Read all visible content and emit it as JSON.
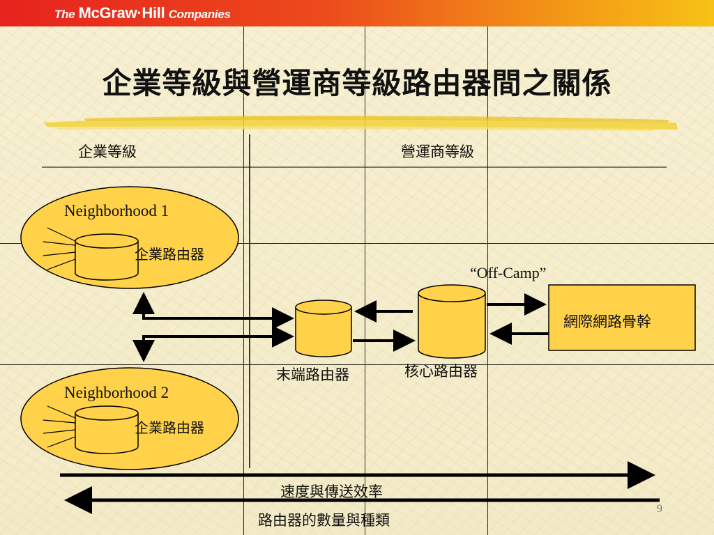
{
  "header": {
    "brand_the": "The",
    "brand_mcgraw": "McGraw·Hill",
    "brand_companies": "Companies"
  },
  "slide": {
    "title": "企業等級與營運商等級路由器間之關係",
    "page_number": "9"
  },
  "columns": {
    "enterprise": "企業等級",
    "carrier": "營運商等級"
  },
  "neighborhoods": [
    {
      "name": "Neighborhood 1",
      "router_label": "企業路由器"
    },
    {
      "name": "Neighborhood 2",
      "router_label": "企業路由器"
    }
  ],
  "routers": {
    "edge": "末端路由器",
    "core": "核心路由器"
  },
  "off_camp": "“Off-Camp”",
  "backbone": "網際網路骨幹",
  "arrows": {
    "right_label": "速度與傳送效率",
    "left_label": "路由器的數量與種類"
  },
  "colors": {
    "fill_yellow": "#ffd24a",
    "header_red": "#e6231d",
    "header_orange": "#f7c216"
  }
}
